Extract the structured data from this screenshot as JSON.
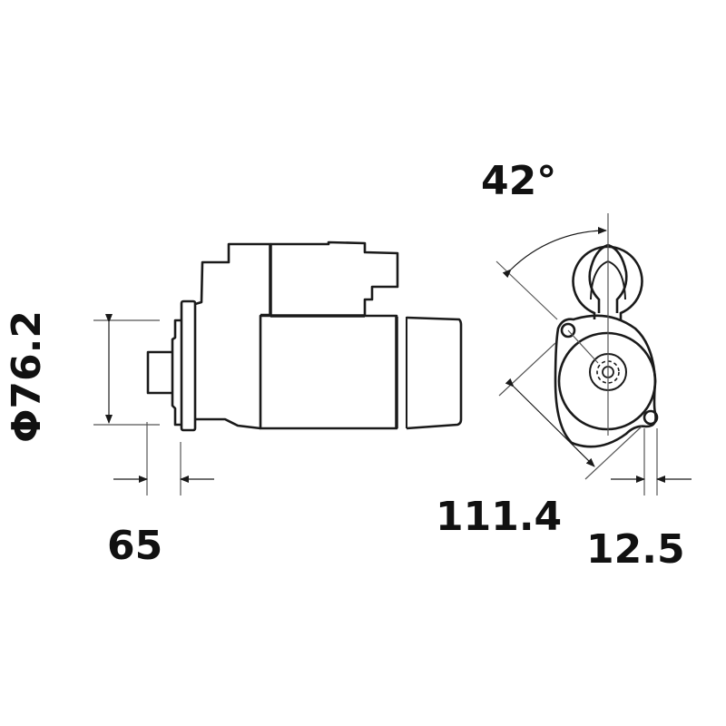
{
  "drawing": {
    "title": "Starter motor dimension drawing",
    "views": [
      "side-view",
      "front-view"
    ],
    "line_color": "#1a1a1a",
    "dim_color": "#555555"
  },
  "dimensions": {
    "angle": "42°",
    "diameter": "Φ76.2",
    "flange_offset": "65",
    "bolt_spacing": "111.4",
    "hole_offset": "12.5"
  }
}
